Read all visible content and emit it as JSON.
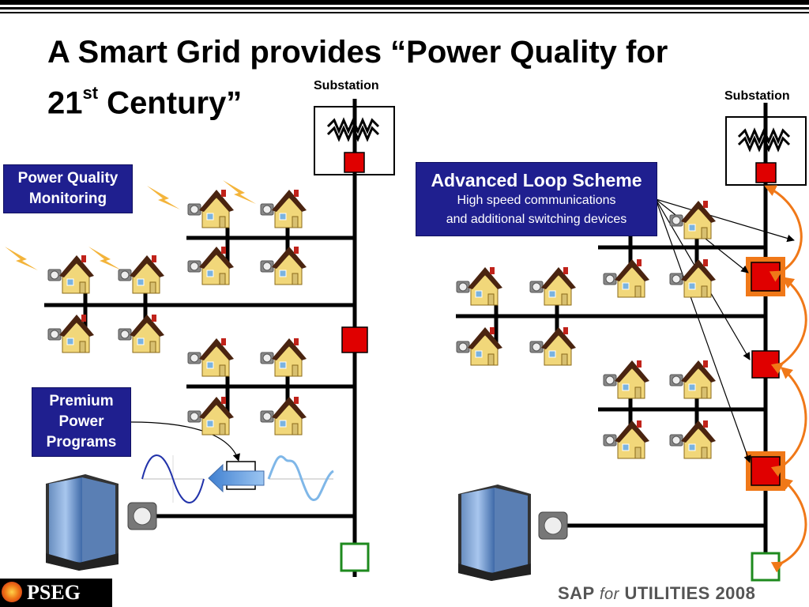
{
  "title": {
    "line1": "A Smart Grid provides “Power Quality for",
    "line2_prefix": "21",
    "line2_sup": "st",
    "line2_suffix": " Century”"
  },
  "labels": {
    "substation_left": "Substation",
    "substation_right": "Substation",
    "power_quality": [
      "Power Quality",
      "Monitoring"
    ],
    "premium_power": [
      "Premium",
      "Power",
      "Programs"
    ],
    "advanced_title": "Advanced Loop Scheme",
    "advanced_sub": [
      "High speed communications",
      "and additional switching devices"
    ]
  },
  "footer": {
    "company": "PSEG",
    "sap_a": "SAP",
    "sap_for": "for",
    "sap_b": "UTILITIES 2008"
  },
  "colors": {
    "title": "#000000",
    "callout_bg": "#1f1f8f",
    "switch_closed": "#e00000",
    "switch_open": "#1e8a1e",
    "loop_arrow": "#f07818",
    "line": "#000000"
  }
}
